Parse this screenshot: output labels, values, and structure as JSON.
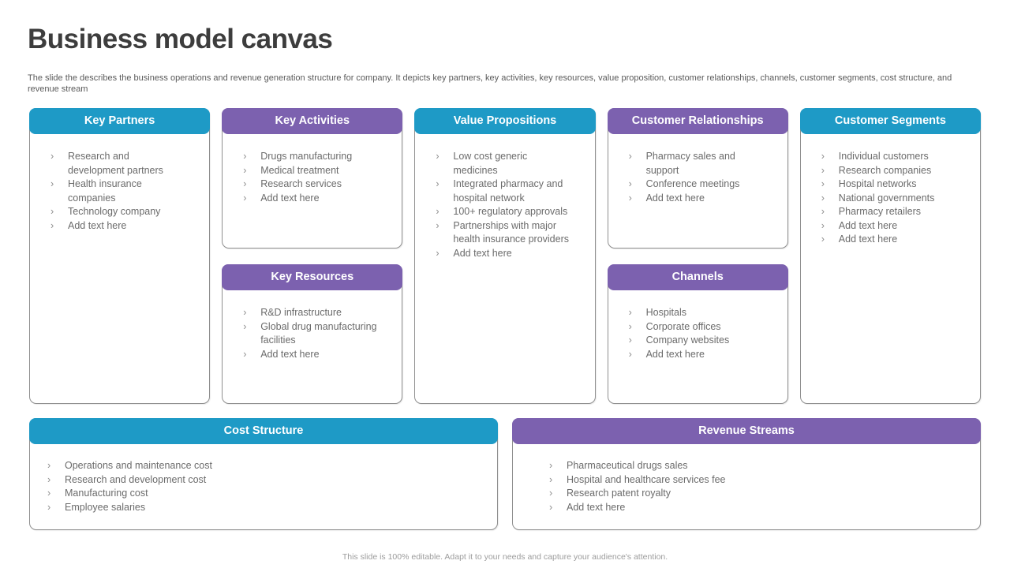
{
  "slide": {
    "title": "Business model canvas",
    "subtitle": "The slide the describes the business operations and revenue generation structure for company. It depicts key partners, key activities, key resources, value proposition, customer relationships, channels, customer segments, cost structure, and revenue stream",
    "footer": "This slide is 100% editable. Adapt it to your needs and capture your audience's attention."
  },
  "bullet_char": "›",
  "colors": {
    "teal": "#1e9ac6",
    "purple": "#7c61af",
    "body_text": "#6b6b6b",
    "title_text": "#3d3d3d",
    "border_gray": "#8f8f8f"
  },
  "boxes": [
    {
      "id": "key-partners",
      "title": "Key Partners",
      "color": "teal",
      "items": [
        "Research and development partners",
        "Health insurance companies",
        "Technology company",
        "Add text here"
      ]
    },
    {
      "id": "key-activities",
      "title": "Key Activities",
      "color": "purple",
      "items": [
        "Drugs manufacturing",
        "Medical treatment",
        "Research services",
        "Add text here"
      ]
    },
    {
      "id": "key-resources",
      "title": "Key Resources",
      "color": "purple",
      "items": [
        "R&D infrastructure",
        "Global drug manufacturing facilities",
        "Add text here"
      ]
    },
    {
      "id": "value-propositions",
      "title": "Value Propositions",
      "color": "teal",
      "items": [
        "Low cost generic medicines",
        "Integrated pharmacy and hospital network",
        "100+ regulatory approvals",
        "Partnerships with major health insurance providers",
        "Add text here"
      ]
    },
    {
      "id": "customer-relationships",
      "title": "Customer Relationships",
      "color": "purple",
      "items": [
        "Pharmacy sales and support",
        "Conference meetings",
        "Add text here"
      ]
    },
    {
      "id": "channels",
      "title": "Channels",
      "color": "purple",
      "items": [
        "Hospitals",
        "Corporate offices",
        "Company websites",
        "Add text here"
      ]
    },
    {
      "id": "customer-segments",
      "title": "Customer Segments",
      "color": "teal",
      "items": [
        "Individual customers",
        "Research companies",
        "Hospital networks",
        "National governments",
        "Pharmacy retailers",
        "Add text here",
        "Add text here"
      ]
    },
    {
      "id": "cost-structure",
      "title": "Cost Structure",
      "color": "teal",
      "items": [
        "Operations and maintenance cost",
        "Research and development cost",
        "Manufacturing cost",
        "Employee salaries"
      ]
    },
    {
      "id": "revenue-streams",
      "title": "Revenue Streams",
      "color": "purple",
      "items": [
        "Pharmaceutical drugs sales",
        "Hospital and healthcare services fee",
        "Research patent royalty",
        "Add text here"
      ]
    }
  ]
}
